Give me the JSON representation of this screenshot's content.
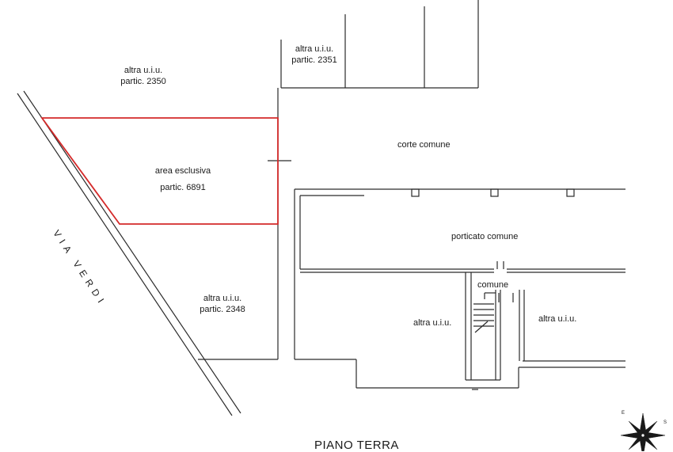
{
  "title": "PIANO TERRA",
  "street": "VIA VERDI",
  "areas": {
    "partic_2350": {
      "line1": "altra u.i.u.",
      "line2": "partic. 2350"
    },
    "partic_2351": {
      "line1": "altra u.i.u.",
      "line2": "partic. 2351"
    },
    "exclusive": {
      "line1": "area esclusiva",
      "line2": "partic. 6891"
    },
    "partic_2348": {
      "line1": "altra u.i.u.",
      "line2": "partic. 2348"
    },
    "corte": "corte comune",
    "porticato": "porticato comune",
    "comune": "comune",
    "unit_left": "altra u.i.u.",
    "unit_right": "altra u.i.u."
  },
  "compass": {
    "n": "S",
    "e": "E"
  },
  "colors": {
    "lines": "#2a2a2a",
    "exclusive_outline": "#d42a2a"
  }
}
